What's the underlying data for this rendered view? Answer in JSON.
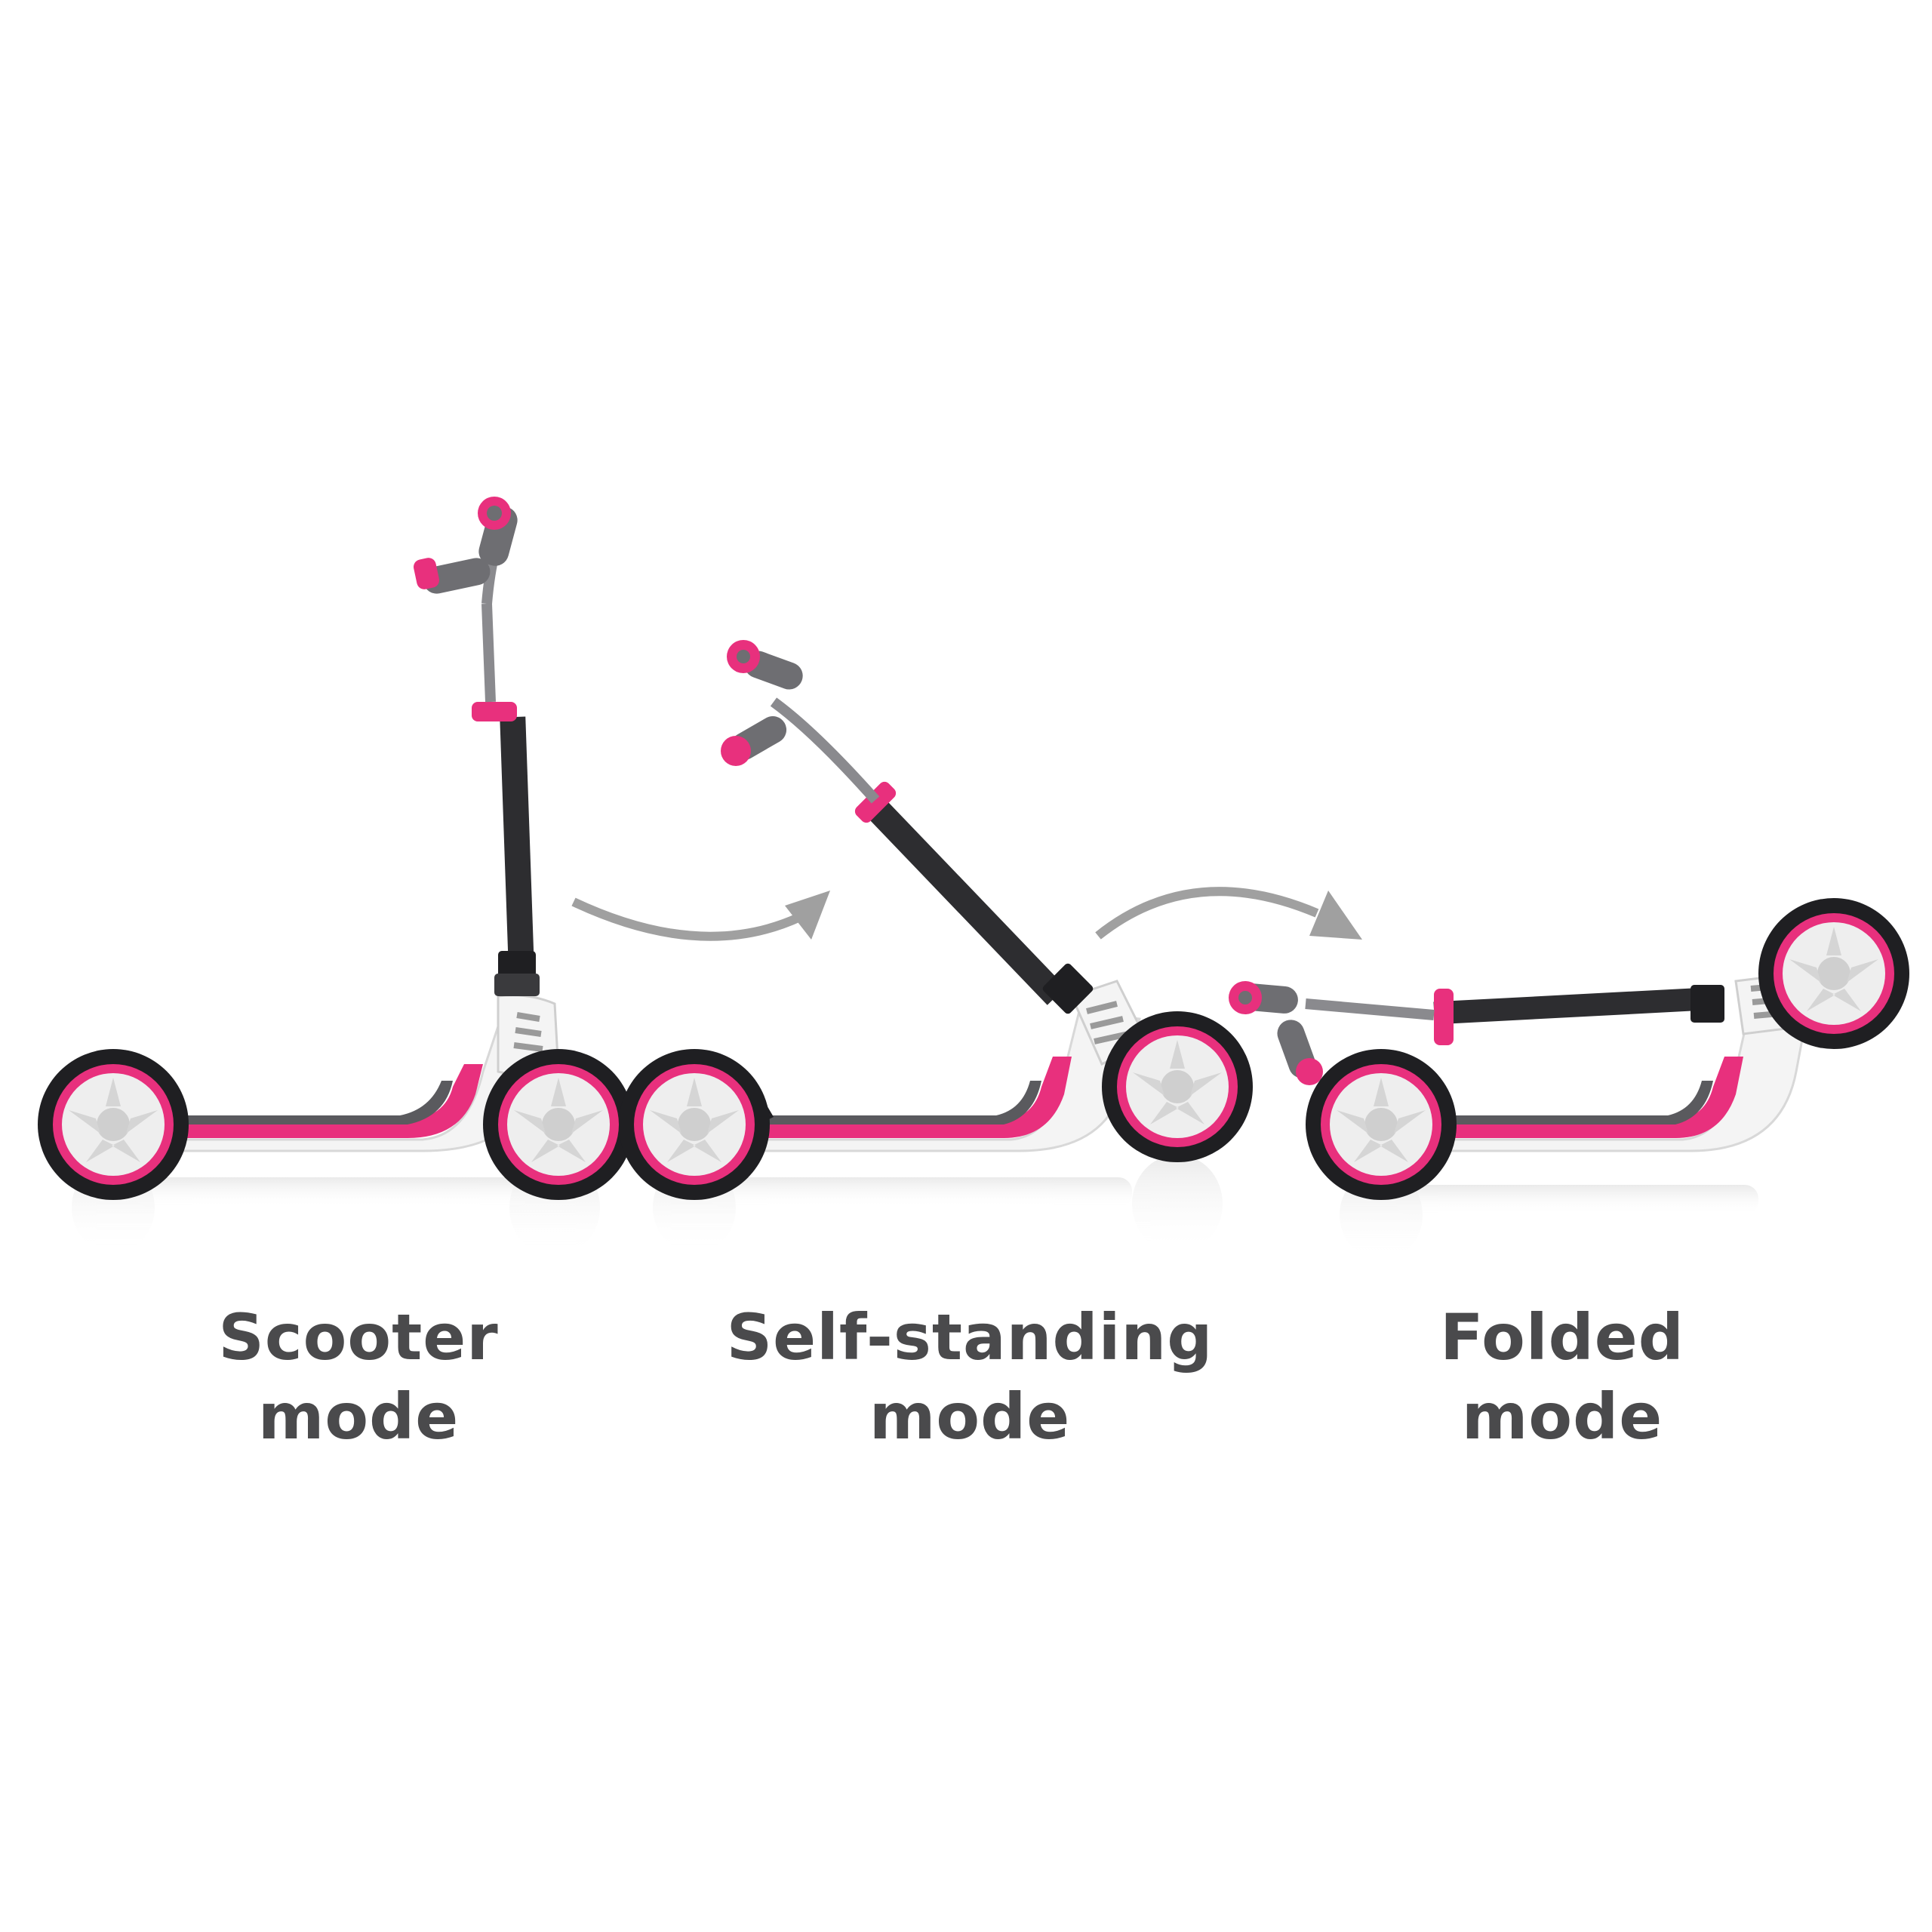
{
  "colors": {
    "accent": "#e8307d",
    "deck_white": "#f4f4f4",
    "stem_dark": "#2d2d30",
    "arrow_gray": "#a0a0a0",
    "text_gray": "#4a4a4c"
  },
  "captions": [
    {
      "line1": "Scooter",
      "line2": "mode"
    },
    {
      "line1": "Self-standing",
      "line2": "mode"
    },
    {
      "line1": "Folded",
      "line2": "mode"
    }
  ]
}
